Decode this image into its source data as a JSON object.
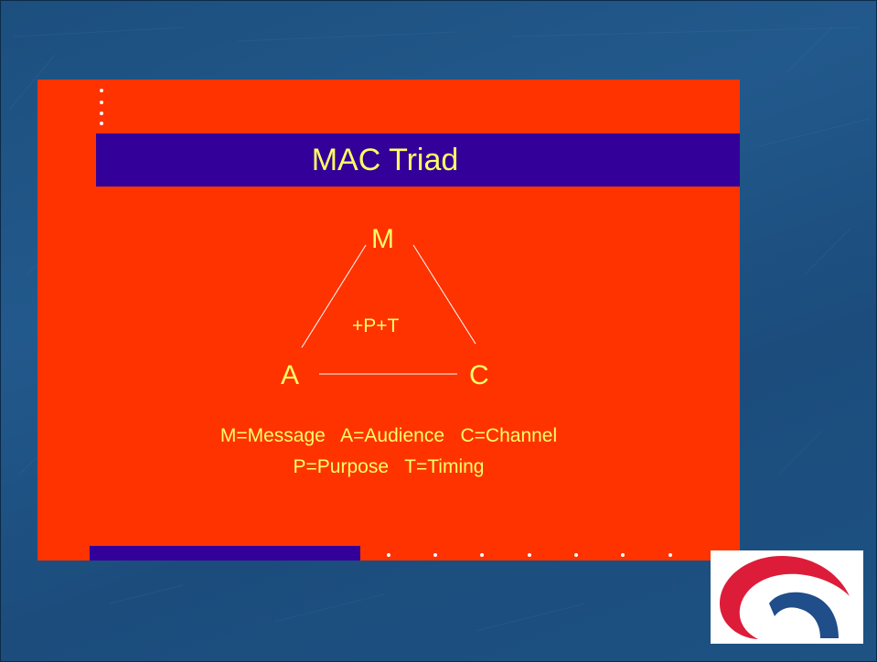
{
  "slide": {
    "title": "MAC Triad",
    "triad": {
      "top_node": "M",
      "left_node": "A",
      "right_node": "C",
      "center_label": "+P+T"
    },
    "legend": {
      "line1": "M=Message   A=Audience   C=Channel",
      "line2": "P=Purpose   T=Timing"
    }
  },
  "colors": {
    "background": "#1f5586",
    "panel": "#ff3300",
    "bar": "#330099",
    "text": "#ffff66",
    "logo_red": "#dd1c3a",
    "logo_blue": "#1f4e8a"
  },
  "logo": {
    "icon": "swirl-logo-icon"
  }
}
